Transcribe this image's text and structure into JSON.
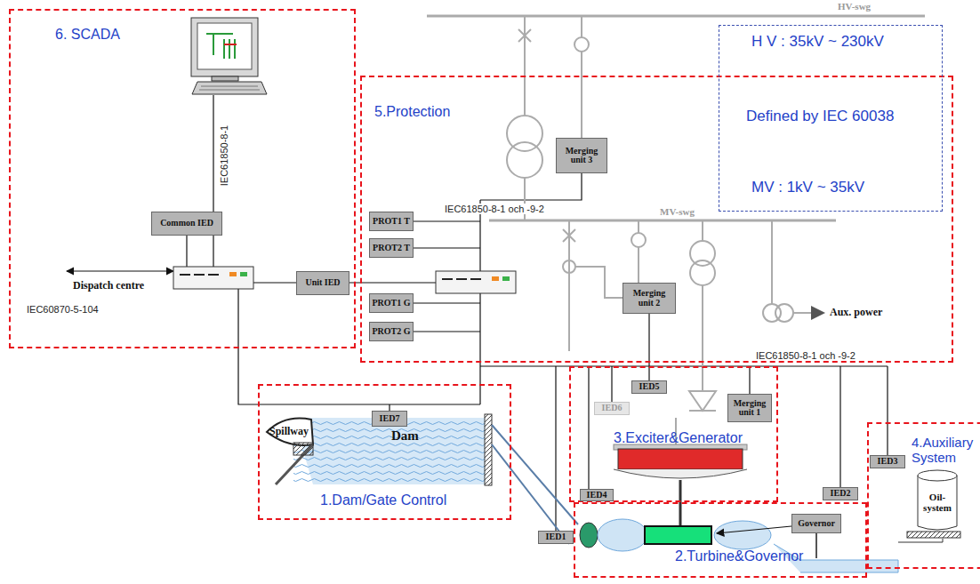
{
  "diagram": {
    "nodes": [
      {
        "text": [
          "6. SCADA"
        ]
      },
      {
        "text": [
          "Common IED"
        ],
        "in": 0
      },
      {
        "text": [
          "Unit IED"
        ],
        "in": 0
      },
      {
        "text": [
          "5.Protection"
        ]
      },
      {
        "text": [
          "Merging unit 3"
        ],
        "in": 3
      },
      {
        "text": [
          "PROT1 T"
        ],
        "in": 3
      },
      {
        "text": [
          "PROT2 T"
        ],
        "in": 3
      },
      {
        "text": [
          "PROT1 G"
        ],
        "in": 3
      },
      {
        "text": [
          "PROT2 G"
        ],
        "in": 3
      },
      {
        "text": [
          "Merging unit 2"
        ],
        "in": 3
      },
      {
        "text": [
          "H V : 35kV ~ 230kV",
          "Defined by IEC 60038",
          "MV : 1kV ~ 35kV"
        ]
      },
      {
        "text": [
          "1.Dam/Gate Control"
        ]
      },
      {
        "text": [
          "IED7"
        ],
        "in": 11
      },
      {
        "text": [
          "3.Exciter&Generator"
        ]
      },
      {
        "text": [
          "IED5"
        ],
        "in": 13
      },
      {
        "text": [
          "IED6"
        ],
        "in": 13
      },
      {
        "text": [
          "Merging unit 1"
        ],
        "in": 13
      },
      {
        "text": [
          "IED4"
        ],
        "in": 13
      },
      {
        "text": [
          "IED2"
        ]
      },
      {
        "text": [
          "4.Auxiliary System"
        ]
      },
      {
        "text": [
          "IED3"
        ],
        "in": 19
      },
      {
        "text": [
          "Oil-system"
        ],
        "in": 19
      },
      {
        "text": [
          "IED1"
        ]
      },
      {
        "text": [
          "2.Turbine&Governor"
        ]
      },
      {
        "text": [
          "Governor"
        ],
        "in": 23
      }
    ],
    "edges": [
      {
        "from": 9,
        "to": 14,
        "arrow": "none"
      }
    ],
    "labels": [
      "HV-swg",
      "IEC61850-8-1",
      "IEC61850-8-1 och -9-2",
      "MV-swg",
      "Aux. power",
      "IEC61850-8-1 och -9-2",
      "Dispatch centre",
      "IEC60870-5-104",
      "Spillway",
      "Dam"
    ]
  }
}
